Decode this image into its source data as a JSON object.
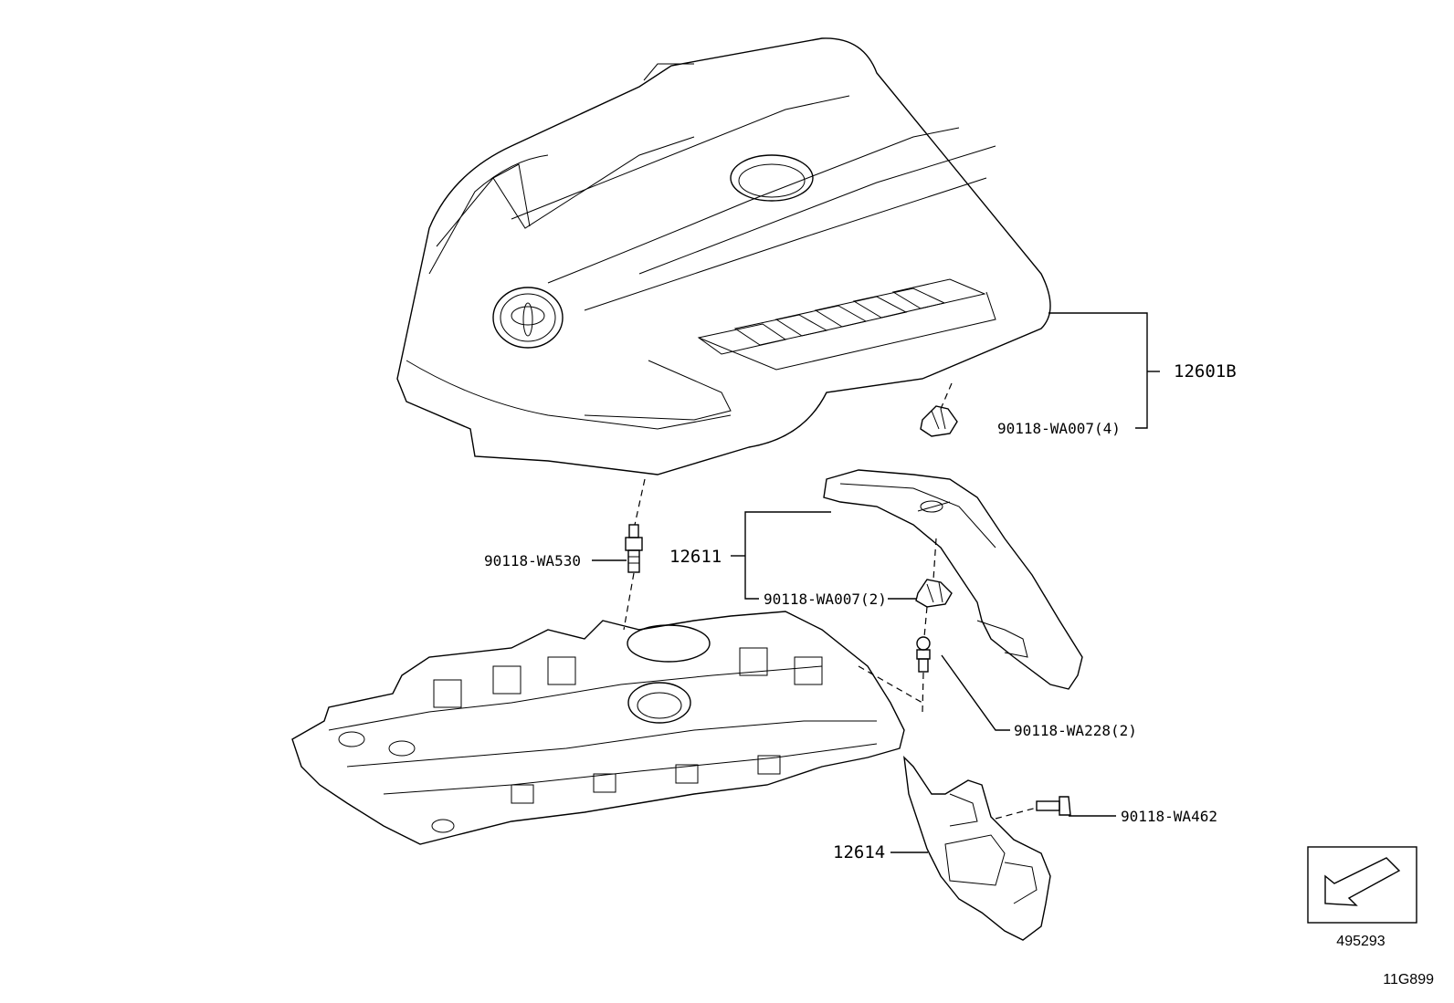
{
  "diagram": {
    "parts": {
      "engine_cover": "12601B",
      "cover_grommet": "90118-WA007(4)",
      "cover_stud": "90118-WA530",
      "insulator_12611": "12611",
      "insulator_grommet": "90118-WA007(2)",
      "insulator_stud": "90118-WA228(2)",
      "insulator_12614": "12614",
      "insulator_bolt": "90118-WA462"
    },
    "reference_box": {
      "code": "495293"
    },
    "figure_code": "11G899"
  }
}
